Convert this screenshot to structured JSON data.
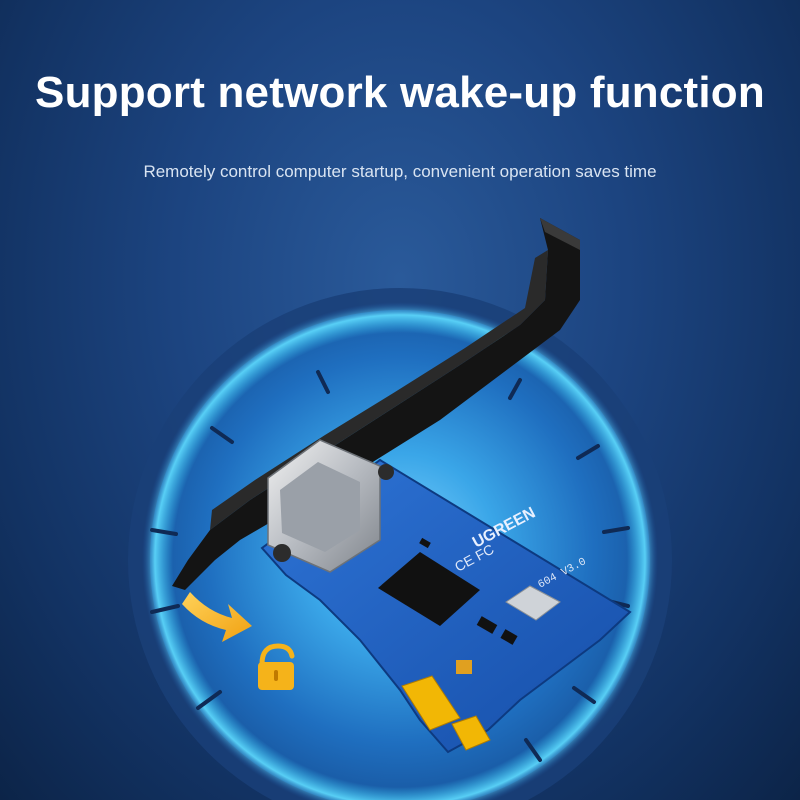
{
  "headline": "Support network wake-up function",
  "subline": "Remotely control computer startup, convenient operation saves time",
  "card": {
    "brand": "UGREEN",
    "marks": "CE FC",
    "version_label": "604  V3.0"
  },
  "colors": {
    "background": "#1c4480",
    "glow": "#3ec4ff",
    "pcb": "#1f5fc2",
    "bracket": "#1a1a1a",
    "gold_contacts": "#f2b705",
    "arrow": "#f5b31a"
  },
  "icons": [
    "curved-arrow-icon",
    "unlock-icon"
  ]
}
